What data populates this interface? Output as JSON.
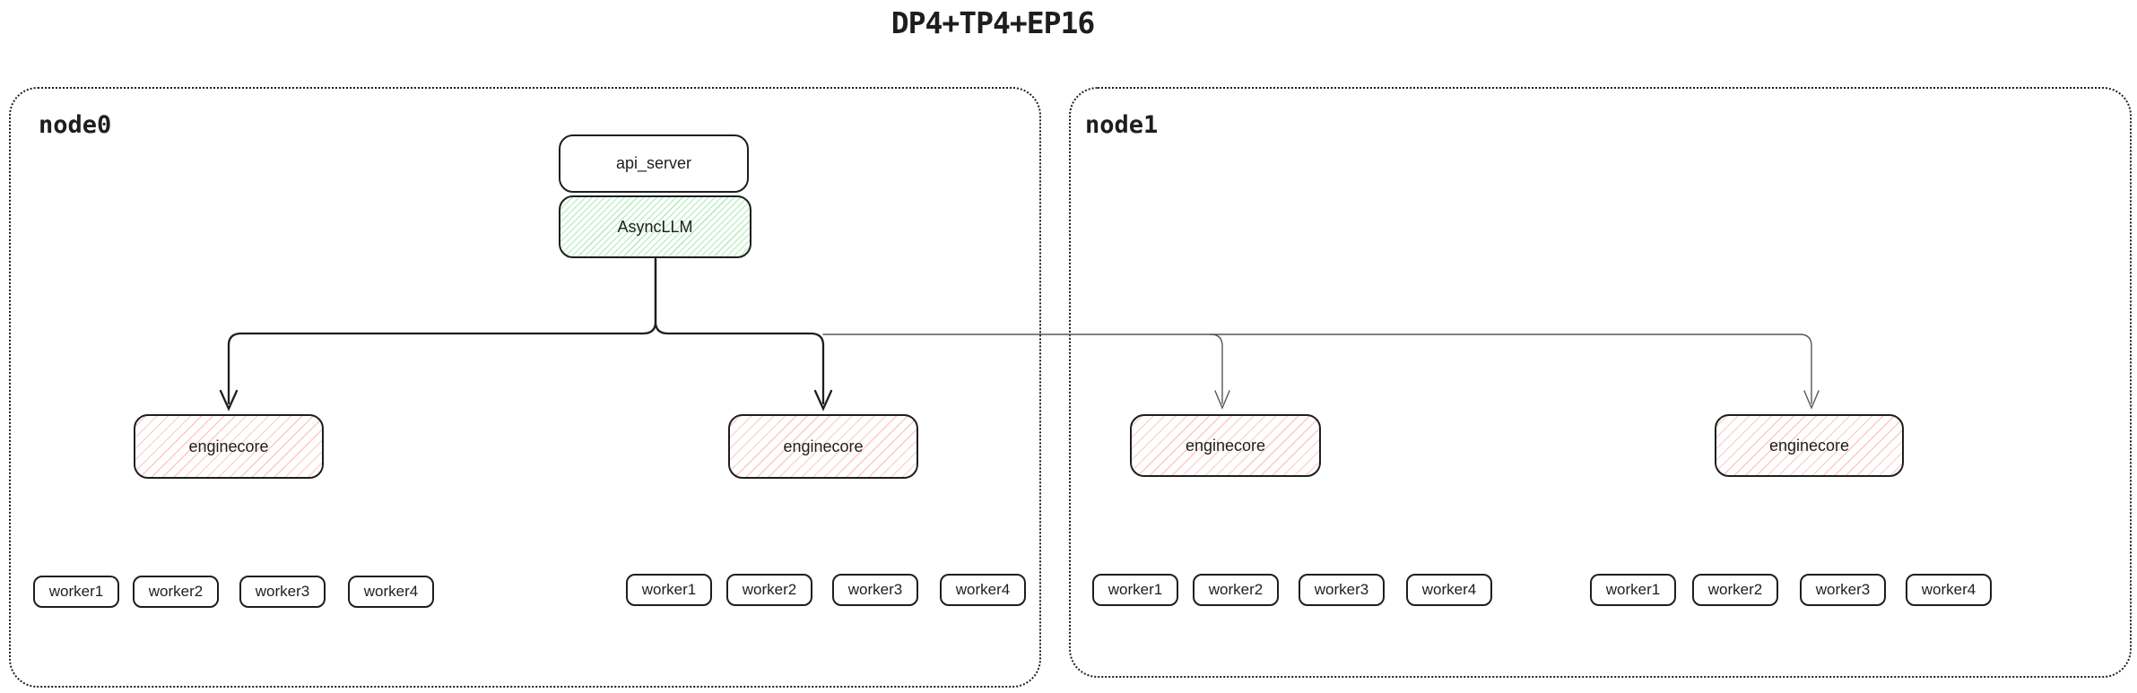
{
  "title": "DP4+TP4+EP16",
  "containers": [
    {
      "label": "node0"
    },
    {
      "label": "node1"
    }
  ],
  "stack": {
    "api_server": "api_server",
    "async_llm": "AsyncLLM"
  },
  "enginecores": [
    {
      "label": "enginecore"
    },
    {
      "label": "enginecore"
    },
    {
      "label": "enginecore"
    },
    {
      "label": "enginecore"
    }
  ],
  "worker_groups": [
    {
      "workers": [
        "worker1",
        "worker2",
        "worker3",
        "worker4"
      ]
    },
    {
      "workers": [
        "worker1",
        "worker2",
        "worker3",
        "worker4"
      ]
    },
    {
      "workers": [
        "worker1",
        "worker2",
        "worker3",
        "worker4"
      ]
    },
    {
      "workers": [
        "worker1",
        "worker2",
        "worker3",
        "worker4"
      ]
    }
  ],
  "colors": {
    "stroke": "#1e1e1e",
    "secondary_line": "#575757",
    "green_hatch": "#69db7c",
    "red_hatch": "#ff7d7d"
  }
}
